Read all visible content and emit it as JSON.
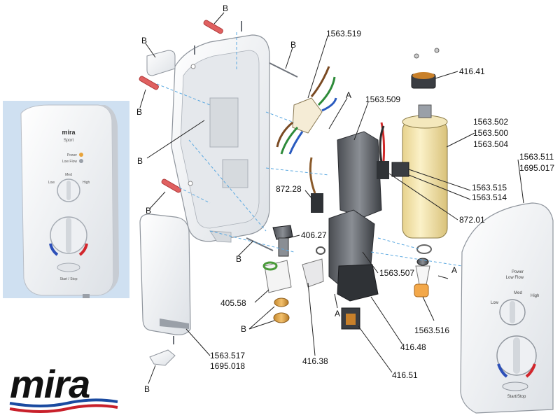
{
  "brand": {
    "logo_text": "mira"
  },
  "product_photo": {
    "brand_text": "mira",
    "model_text": "Sport",
    "mode_labels": [
      "Power",
      "Low Flow"
    ],
    "dial_labels": [
      "Low",
      "Med",
      "High"
    ],
    "button_text": "Start / Stop"
  },
  "cover_panel": {
    "mode_labels": [
      "Power",
      "Low Flow"
    ],
    "dial_labels": [
      "Low",
      "Med",
      "High"
    ],
    "button_text": "Start/Stop"
  },
  "callouts": {
    "B": "B",
    "A": "A",
    "p1563_519": "1563.519",
    "p1563_509": "1563.509",
    "p416_41": "416.41",
    "p1563_502": "1563.502",
    "p1563_500": "1563.500",
    "p1563_504": "1563.504",
    "p1563_511": "1563.511",
    "p1695_017": "1695.017",
    "p1563_515": "1563.515",
    "p1563_514": "1563.514",
    "p872_28": "872.28",
    "p872_01": "872.01",
    "p406_27": "406.27",
    "p1563_507": "1563.507",
    "p405_58": "405.58",
    "p1563_516": "1563.516",
    "p416_48": "416.48",
    "p1563_517": "1563.517",
    "p1695_018": "1695.018",
    "p416_38": "416.38",
    "p416_51": "416.51"
  },
  "colors": {
    "photo_background": "#cfe0f1",
    "logo_blue": "#1a4aa0",
    "logo_red": "#c8202a",
    "heater_yellow": "#f2e2a8",
    "screw_red": "#e06060",
    "leader_blue": "#5aa8e0"
  }
}
